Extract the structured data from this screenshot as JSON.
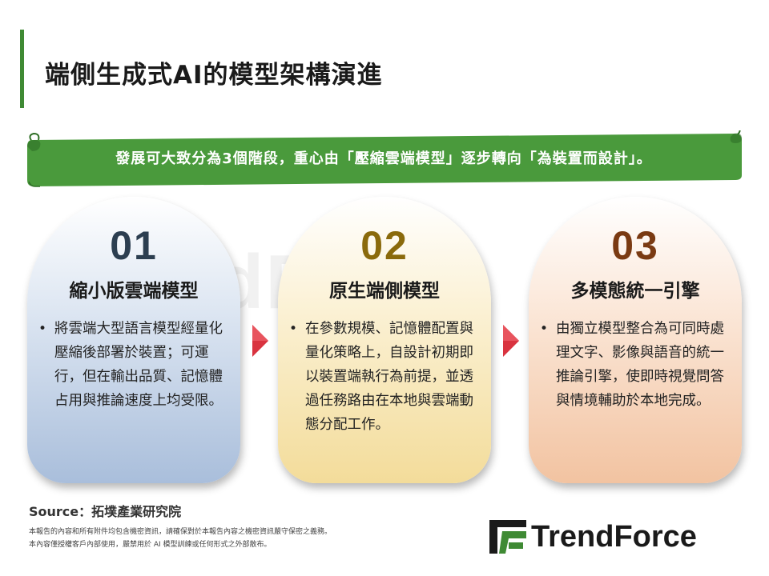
{
  "title": "端側生成式AI的模型架構演進",
  "banner": "發展可大致分為3個階段，重心由「壓縮雲端模型」逐步轉向「為裝置而設計」。",
  "watermark": "TrendForce",
  "cards": [
    {
      "number": "01",
      "title": "縮小版雲端模型",
      "bullet": "•",
      "text": "將雲端大型語言模型經量化壓縮後部署於裝置；可運行，但在輸出品質、記憶體占用與推論速度上均受限。"
    },
    {
      "number": "02",
      "title": "原生端側模型",
      "bullet": "•",
      "text": "在參數規模、記憶體配置與量化策略上，自設計初期即以裝置端執行為前提，並透過任務路由在本地與雲端動態分配工作。"
    },
    {
      "number": "03",
      "title": "多模態統一引擎",
      "bullet": "•",
      "text": "由獨立模型整合為可同時處理文字、影像與語音的統一推論引擎，使即時視覺問答與情境輔助於本地完成。"
    }
  ],
  "source": "Source：拓墣產業研究院",
  "disclaimer": [
    "本報告的內容和所有附件均包含機密資訊，請確保對於本報告內容之機密資訊嚴守保密之義務。",
    "本內容僅授權客戶內部使用，嚴禁用於 AI 模型訓練或任何形式之外部散布。"
  ],
  "logo": {
    "text": "TrendForce",
    "mark_color": "#3f8a34"
  },
  "colors": {
    "accent_green": "#3f8a34",
    "banner_green": "#4a9a3c",
    "arrow_red": "#d9333f",
    "card1": "#a9bedb",
    "card2": "#f3dc9a",
    "card3": "#f2c3a1"
  }
}
